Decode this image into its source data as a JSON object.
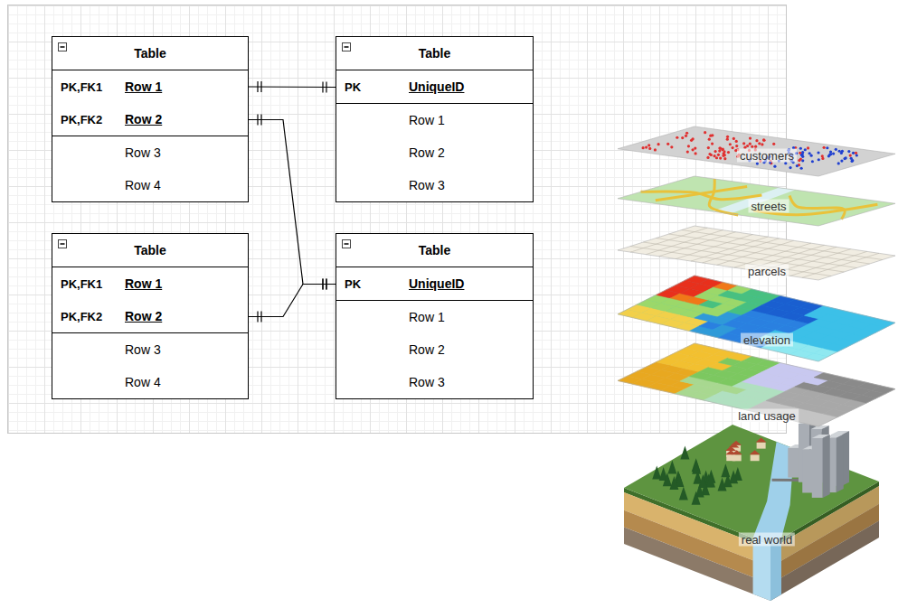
{
  "diagram": {
    "nodes": [
      {
        "text": [
          "Table",
          "PK,FK1",
          "Row 1",
          "PK,FK2",
          "Row 2",
          "Row 3",
          "Row 4"
        ]
      },
      {
        "text": [
          "Table",
          "PK",
          "UniqueID",
          "Row 1",
          "Row 2",
          "Row 3"
        ]
      },
      {
        "text": [
          "Table",
          "PK,FK1",
          "Row 1",
          "PK,FK2",
          "Row 2",
          "Row 3",
          "Row 4"
        ]
      },
      {
        "text": [
          "Table",
          "PK",
          "UniqueID",
          "Row 1",
          "Row 2",
          "Row 3"
        ]
      }
    ],
    "edges": [
      {
        "from": 0,
        "to": 1,
        "arrow": "both"
      },
      {
        "from": 0,
        "to": 3,
        "arrow": "both"
      },
      {
        "from": 2,
        "to": 3,
        "arrow": "both"
      }
    ],
    "labels": [
      "customers",
      "streets",
      "parcels",
      "elevation",
      "land usage",
      "real world"
    ]
  }
}
